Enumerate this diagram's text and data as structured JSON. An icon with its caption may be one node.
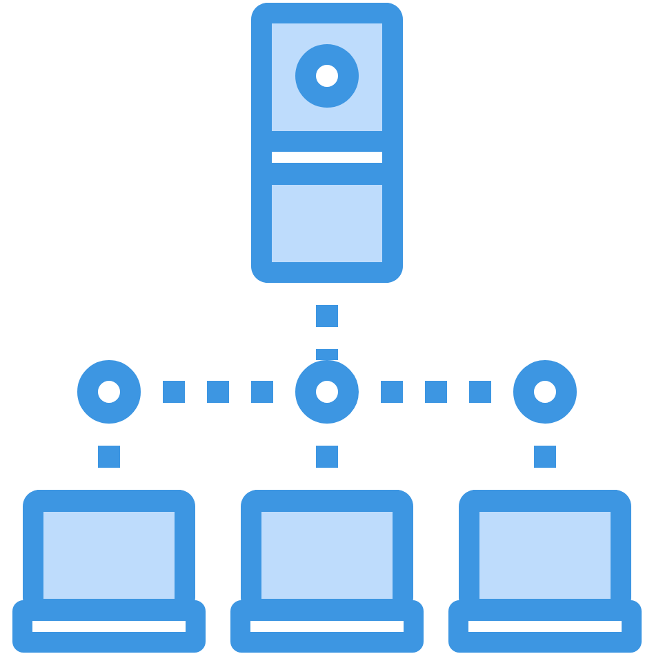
{
  "diagram": {
    "nodes": [
      {
        "text": [],
        "shape": "picture"
      },
      {
        "text": [],
        "shape": "circle"
      },
      {
        "text": [],
        "shape": "circle"
      },
      {
        "text": [],
        "shape": "circle"
      },
      {
        "text": [],
        "shape": "picture"
      },
      {
        "text": [],
        "shape": "picture"
      },
      {
        "text": [],
        "shape": "picture"
      }
    ],
    "edges": [
      {
        "from": 0,
        "to": 2,
        "arrow": "none",
        "style": "dashed"
      },
      {
        "from": 1,
        "to": 2,
        "arrow": "none",
        "style": "dashed"
      },
      {
        "from": 2,
        "to": 3,
        "arrow": "none",
        "style": "dashed"
      },
      {
        "from": 1,
        "to": 4,
        "arrow": "none",
        "style": "dashed"
      },
      {
        "from": 2,
        "to": 5,
        "arrow": "none",
        "style": "dashed"
      },
      {
        "from": 3,
        "to": 6,
        "arrow": "none",
        "style": "dashed"
      }
    ]
  }
}
